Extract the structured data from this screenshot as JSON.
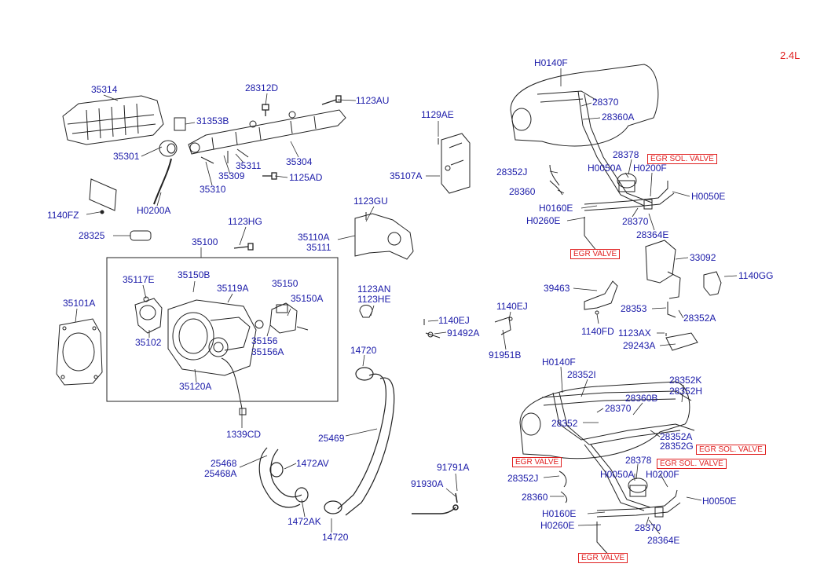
{
  "engine": "2.4L",
  "labels": {
    "p35314": "35314",
    "p31353B": "31353B",
    "p35301": "35301",
    "pH0200A": "H0200A",
    "p28312D": "28312D",
    "p1123AU": "1123AU",
    "p35304": "35304",
    "p35311": "35311",
    "p35309": "35309",
    "p35310": "35310",
    "p1125AD": "1125AD",
    "p1140FZ": "1140FZ",
    "p28325": "28325",
    "p1129AE": "1129AE",
    "p35107A": "35107A",
    "p1123GU": "1123GU",
    "p35110A": "35110A",
    "p35111": "35111",
    "p1123HG": "1123HG",
    "p35100": "35100",
    "p35117E": "35117E",
    "p35150B": "35150B",
    "p35119A": "35119A",
    "p35150": "35150",
    "p35150A": "35150A",
    "p35101A": "35101A",
    "p35102": "35102",
    "p35156": "35156",
    "p35156A": "35156A",
    "p35120A": "35120A",
    "p1339CD": "1339CD",
    "p1123AN": "1123AN",
    "p1123HE": "1123HE",
    "p1140EJa": "1140EJ",
    "p91492A": "91492A",
    "p1140EJb": "1140EJ",
    "p91951B": "91951B",
    "p14720a": "14720",
    "p25469": "25469",
    "p25468": "25468",
    "p25468A": "25468A",
    "p1472AV": "1472AV",
    "p1472AK": "1472AK",
    "p14720b": "14720",
    "p91791A": "91791A",
    "p91930A": "91930A",
    "tH0140F": "H0140F",
    "t28370a": "28370",
    "t28360A": "28360A",
    "t28378": "28378",
    "t28352J": "28352J",
    "tH0050A": "H0050A",
    "tH0200F": "H0200F",
    "t28360": "28360",
    "tH0050E": "H0050E",
    "tH0160E": "H0160E",
    "tH0260E": "H0260E",
    "t28370b": "28370",
    "t28364E": "28364E",
    "t33092": "33092",
    "t39463": "39463",
    "t1140GG": "1140GG",
    "t28353": "28353",
    "t28352A": "28352A",
    "t1140FD": "1140FD",
    "t1123AX": "1123AX",
    "t29243A": "29243A",
    "bH0140F": "H0140F",
    "b28352I": "28352I",
    "b28352K": "28352K",
    "b28352H": "28352H",
    "b28360B": "28360B",
    "b28370a": "28370",
    "b28352": "28352",
    "b28352A": "28352A",
    "b28352G": "28352G",
    "b28378": "28378",
    "b28352J": "28352J",
    "bH0050A": "H0050A",
    "bH0200F": "H0200F",
    "b28360": "28360",
    "bH0050E": "H0050E",
    "bH0160E": "H0160E",
    "bH0260E": "H0260E",
    "b28370b": "28370",
    "b28364E": "28364E"
  },
  "boxes": {
    "egr_sol_top": "EGR SOL. VALVE",
    "egr_valve_top": "EGR VALVE",
    "egr_valve_bot1": "EGR VALVE",
    "egr_sol_bot1": "EGR SOL. VALVE",
    "egr_sol_bot2": "EGR SOL. VALVE",
    "egr_valve_bot2": "EGR VALVE"
  },
  "colors": {
    "label": "#1a1aa8",
    "note": "#e02020",
    "line": "#222222"
  }
}
